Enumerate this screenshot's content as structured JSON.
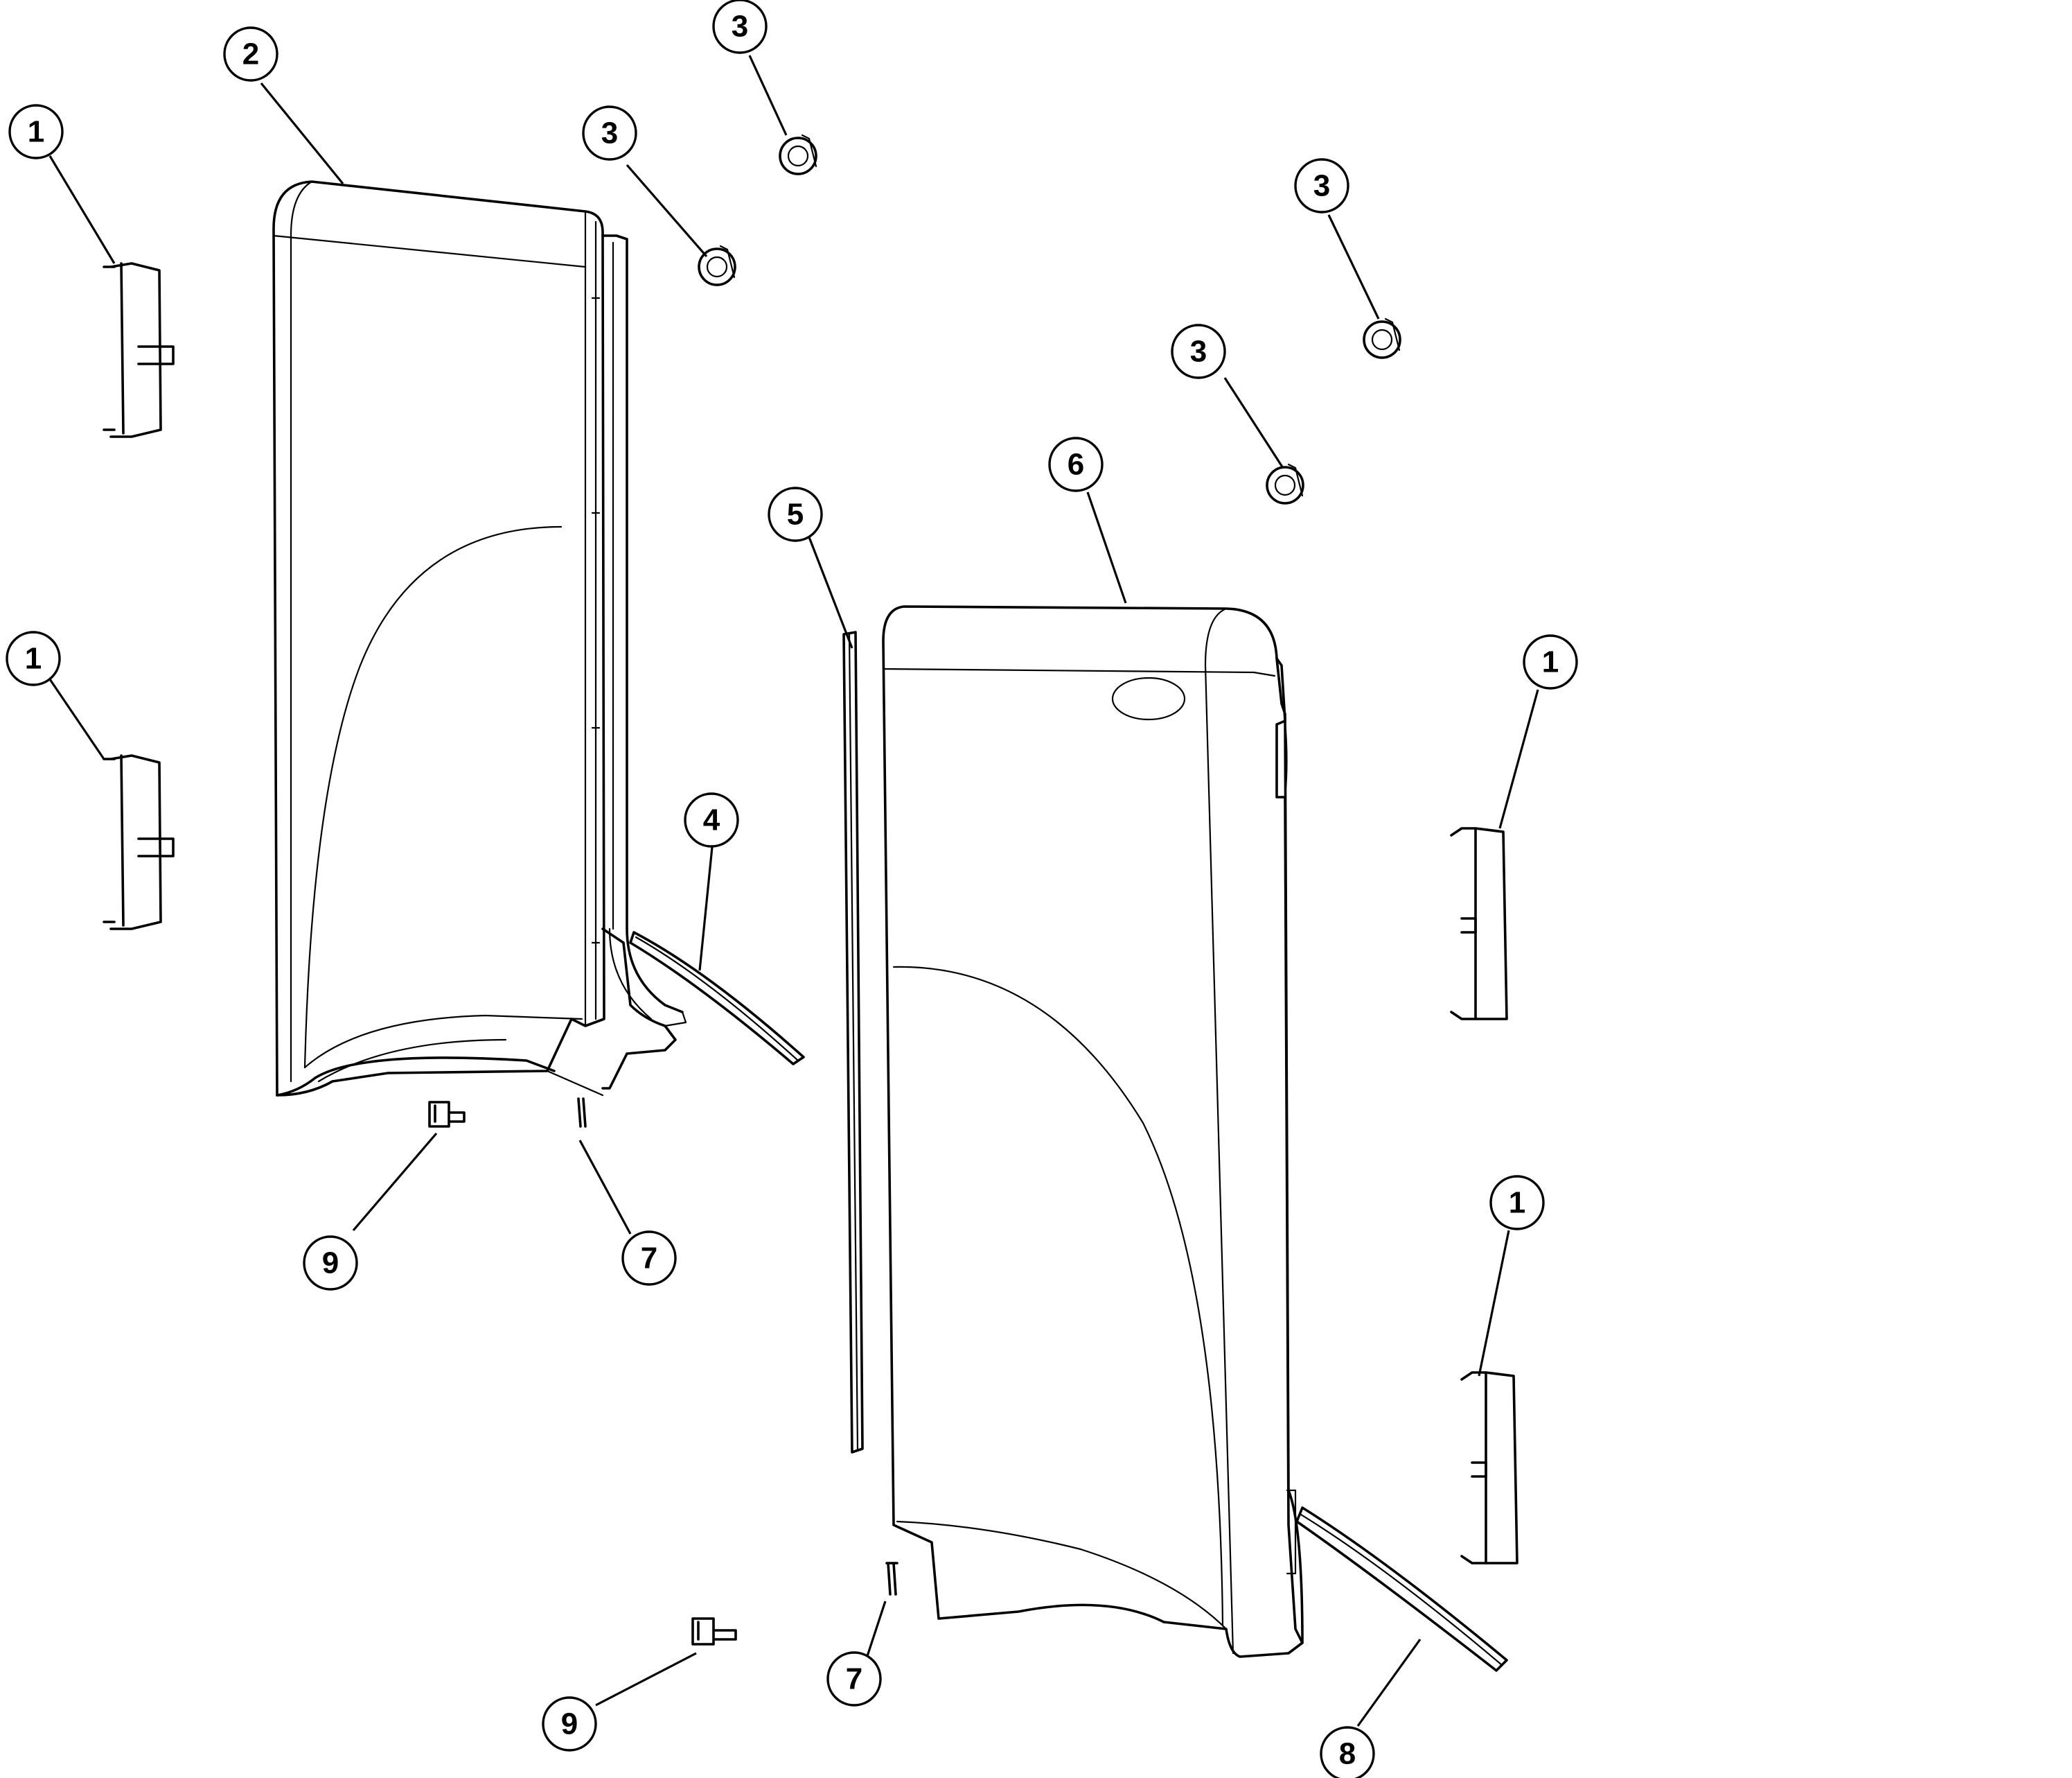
{
  "callouts": [
    {
      "id": "c1a",
      "label": "1"
    },
    {
      "id": "c1b",
      "label": "1"
    },
    {
      "id": "c1c",
      "label": "1"
    },
    {
      "id": "c1d",
      "label": "1"
    },
    {
      "id": "c2",
      "label": "2"
    },
    {
      "id": "c3a",
      "label": "3"
    },
    {
      "id": "c3b",
      "label": "3"
    },
    {
      "id": "c3c",
      "label": "3"
    },
    {
      "id": "c3d",
      "label": "3"
    },
    {
      "id": "c4",
      "label": "4"
    },
    {
      "id": "c5",
      "label": "5"
    },
    {
      "id": "c6",
      "label": "6"
    },
    {
      "id": "c7a",
      "label": "7"
    },
    {
      "id": "c7b",
      "label": "7"
    },
    {
      "id": "c8",
      "label": "8"
    },
    {
      "id": "c9a",
      "label": "9"
    },
    {
      "id": "c9b",
      "label": "9"
    }
  ]
}
